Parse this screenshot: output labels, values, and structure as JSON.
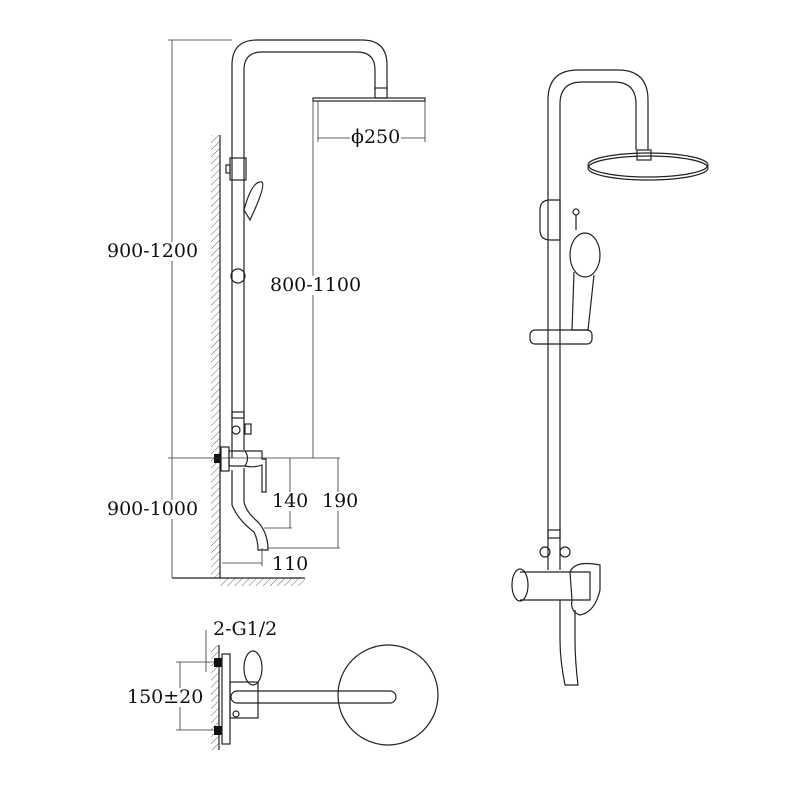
{
  "side_view": {
    "total_height": "900-1200",
    "head_height": "800-1100",
    "head_diameter": "ϕ250",
    "valve_height": "900-1000",
    "spout_drop_1": "140",
    "spout_drop_2": "190",
    "spout_projection": "110"
  },
  "top_view": {
    "inlet_spec": "2-G1/2",
    "inlet_spacing": "150±20"
  },
  "colors": {
    "line": "#222222",
    "background": "#ffffff"
  }
}
